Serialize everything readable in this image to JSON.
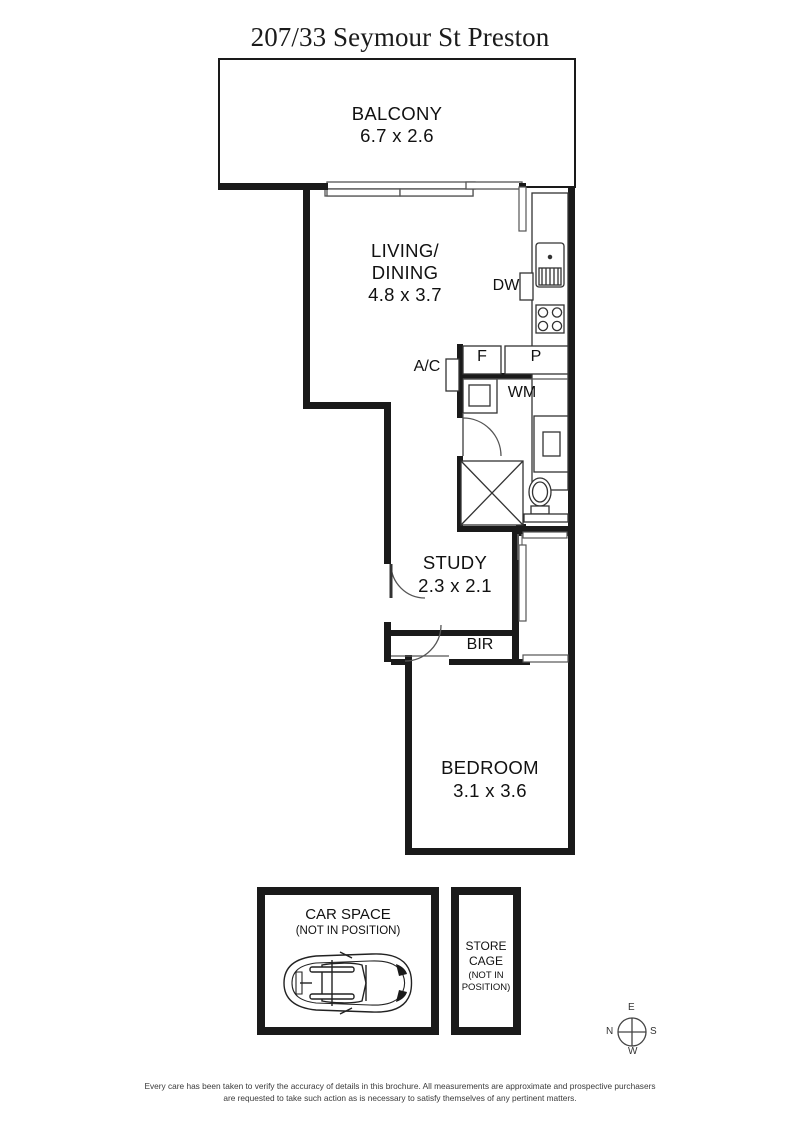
{
  "title": "207/33 Seymour St Preston",
  "footer": {
    "line1": "Every care has been taken to verify the accuracy of details in this brochure. All measurements are approximate and prospective purchasers",
    "line2": "are requested to take such action as is necessary to satisfy themselves of any pertinent matters."
  },
  "colors": {
    "wall": "#1a1a1a",
    "thin_line": "#444444",
    "background": "#ffffff",
    "text": "#111111"
  },
  "rooms": [
    {
      "id": "balcony",
      "name": "BALCONY",
      "dimensions": "6.7 x 2.6"
    },
    {
      "id": "living-dining",
      "name": "LIVING/",
      "name2": "DINING",
      "dimensions": "4.8 x 3.7"
    },
    {
      "id": "study",
      "name": "STUDY",
      "dimensions": "2.3 x 2.1"
    },
    {
      "id": "bedroom",
      "name": "BEDROOM",
      "dimensions": "3.1 x 3.6"
    }
  ],
  "fixtures": [
    {
      "id": "dishwasher",
      "label": "DW"
    },
    {
      "id": "air-conditioner",
      "label": "A/C"
    },
    {
      "id": "fridge",
      "label": "F"
    },
    {
      "id": "pantry",
      "label": "P"
    },
    {
      "id": "washing-machine",
      "label": "WM"
    },
    {
      "id": "built-in-robe",
      "label": "BIR"
    }
  ],
  "car_space": {
    "name": "CAR SPACE",
    "note": "(NOT IN POSITION)"
  },
  "store_cage": {
    "name_line1": "STORE",
    "name_line2": "CAGE",
    "note_line1": "(NOT IN",
    "note_line2": "POSITION)"
  },
  "compass": {
    "north": "N",
    "east": "E",
    "south": "S",
    "west": "W"
  }
}
